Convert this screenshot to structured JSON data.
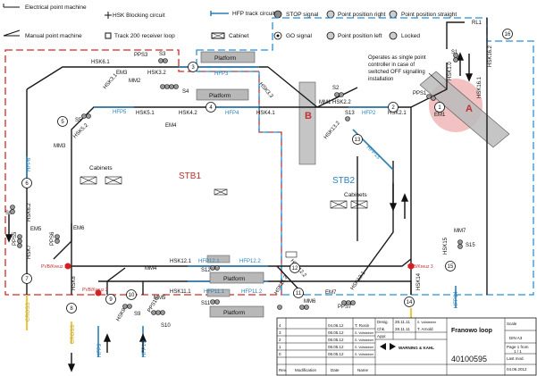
{
  "legend": {
    "electrical_point_machine": "Electrical point machine",
    "manual_point_machine": "Manual point machine",
    "hsk_blocking_circuit": "HSK Blocking circuit",
    "track200_loop": "Track 200 receiver loop",
    "hfp_track_circuit": "HFP track circuit",
    "cabinet": "Cabinet",
    "stop_signal": "STOP signal",
    "go_signal": "GO signal",
    "point_pos_right": "Point position right",
    "point_pos_left": "Point position left",
    "point_pos_straight": "Point position straight",
    "locked": "Locked"
  },
  "areas": {
    "stb1": "STB1",
    "stb2": "STB2",
    "a": "A",
    "b": "B"
  },
  "platforms": [
    "Platform",
    "Platform",
    "Platform",
    "Platform"
  ],
  "cabinets_labels": [
    "Cabinets",
    "Cabinets"
  ],
  "annotation": "Operates as single point controller in case of switched OFF signalling installation",
  "blocks": {
    "hsk61": "HSK6.1",
    "pps3": "PPS3",
    "em3": "EM3",
    "hsk32": "HSK3.2",
    "hfp3": "HFP3",
    "hsk31": "HSK3.1",
    "mm2": "MM2",
    "hsk33": "HSK3.3",
    "s3": "S3",
    "s4": "S4",
    "hsk51": "HSK5.1",
    "hfp5": "HFP5",
    "em4": "EM4",
    "hsk42": "HSK4.2",
    "hfp4": "HFP4",
    "hsk41": "HSK4.1",
    "s5": "S5",
    "hsk52": "HSK5.2",
    "mm3": "MM3",
    "hfp6": "HFP6",
    "s6": "S6",
    "hsk62": "HSK6.2",
    "em5": "EM5",
    "pps5": "PPS5",
    "hsk7": "HSK7",
    "em6": "EM6",
    "pps6": "PPS6",
    "hsk8": "HSK8",
    "s2": "S2",
    "mm1": "MM1",
    "hsk22": "HSK2.2",
    "s13": "S13",
    "hsk132": "HSK13.2",
    "hfp2": "HFP2",
    "hsk21": "HSK2.1",
    "pps1": "PPS1",
    "em1": "EM1",
    "s1": "S1",
    "hsk10": "HSK1.0",
    "rl1": "RL1",
    "hsk162": "HSK16.2",
    "hsk161": "HSK16.1",
    "hfp13": "HFP13",
    "mm4": "MM4",
    "hsk121": "HSK12.1",
    "hfp121": "HFP12.1",
    "hfp122": "HFP12.2",
    "s12": "S12",
    "hsk122": "HSK12.2",
    "hsk111": "HSK11.1",
    "hfp111": "HFP11.1",
    "hfp112": "HFP11.2",
    "s11": "S11",
    "hsk112": "HSK11.2",
    "mm5": "MM5",
    "em7": "EM7",
    "pps7": "PPS7",
    "hsk131": "HSK13.1",
    "mm6": "MM6",
    "s12b": "S12",
    "s11b": "S11",
    "hsk15": "HSK15",
    "mm7": "MM7",
    "s15": "S15",
    "hsk14": "HSK14",
    "hfp14": "HFP14",
    "s9": "S9",
    "s10": "S10",
    "hfp9": "HFP9",
    "hfp10": "HFP10",
    "hsk10b": "HSK10",
    "pps10": "PPS10",
    "hsk9": "HSK9",
    "pvb1": "PVB/Kreuz 1",
    "pvb2": "PVB/Kreuz 2",
    "pvb3": "PVB/Kreuz 3",
    "cross1": "CROSS",
    "cross2": "CROSS"
  },
  "circles": [
    "1",
    "2",
    "3",
    "4",
    "5",
    "6",
    "7",
    "8",
    "9",
    "10",
    "11",
    "12",
    "13",
    "14",
    "15",
    "16"
  ],
  "title_block": {
    "title": "Franowo loop",
    "drawing_no": "40100595",
    "company": "WARNING & KAHL",
    "scale_label": "Scale",
    "rows": [
      {
        "no": "4",
        "change": "",
        "date": "04.06.12",
        "name": "T. Rosin"
      },
      {
        "no": "3",
        "change": "",
        "date": "08.05.12",
        "name": "S. Vollsteinier"
      },
      {
        "no": "2",
        "change": "",
        "date": "08.05.12",
        "name": "S. Vollsteinier"
      },
      {
        "no": "1",
        "change": "",
        "date": "08.05.12",
        "name": "S. Vollsteinier"
      },
      {
        "no": "0",
        "change": "",
        "date": "08.05.12",
        "name": "S. Vollsteinier"
      }
    ],
    "footer": [
      "Rev.",
      "Modification",
      "Date",
      "Name"
    ],
    "design_label": "Desig.",
    "check_label": "Chk.",
    "appr_label": "Appr.",
    "design_date": "28.11.11",
    "design_name": "S. Vollsteinier",
    "check_date": "28.11.11",
    "check_name": "T. Arnold",
    "right_cells": [
      "DIN A3",
      "Page 1 from",
      "1 / 1",
      "Last mod.",
      "04.06.2012"
    ]
  },
  "colors": {
    "track": "#1a1a1a",
    "hfp": "#2a7fb8",
    "red_zone": "#d42a2a",
    "blue_zone": "#2a8fd6",
    "area_a_fill": "#e89090",
    "area_b": "#c03030",
    "yellow": "#e8c84a"
  }
}
